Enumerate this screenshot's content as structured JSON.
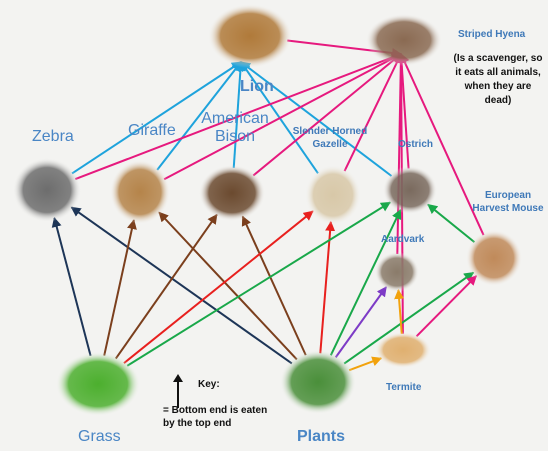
{
  "nodes": [
    {
      "id": "lion",
      "label": "Lion",
      "color": "#b07a3a"
    },
    {
      "id": "hyena",
      "label": "Striped Hyena",
      "color": "#8a6a52"
    },
    {
      "id": "zebra",
      "label": "Zebra",
      "color": "#6d6d6d"
    },
    {
      "id": "giraffe",
      "label": "Giraffe",
      "color": "#b5844a"
    },
    {
      "id": "bison",
      "label": "American Bison",
      "color": "#6b4a2f"
    },
    {
      "id": "gazelle",
      "label": "Slender Horned Gazelle",
      "color": "#d8c8a8"
    },
    {
      "id": "ostrich",
      "label": "Ostrich",
      "color": "#7a6a5e"
    },
    {
      "id": "mouse",
      "label": "European Harvest Mouse",
      "color": "#c08a5a"
    },
    {
      "id": "aardvark",
      "label": "Aardvark",
      "color": "#8a7b6a"
    },
    {
      "id": "termite",
      "label": "Termite",
      "color": "#e0b070"
    },
    {
      "id": "grass",
      "label": "Grass",
      "color": "#4caf2e"
    },
    {
      "id": "plants",
      "label": "Plants",
      "color": "#4a8f3a"
    }
  ],
  "hyena_note": "(Is a scavenger, so it eats all animals, when they are dead)",
  "key": {
    "title": "Key:",
    "description": "= Bottom end is eaten by the top end"
  },
  "edge_colors": {
    "blue": "#1ea3dc",
    "pink": "#e6197e",
    "navy": "#1d3557",
    "brown": "#7b3f1d",
    "red": "#e8201e",
    "green": "#19a84a",
    "purple": "#7d3bc6",
    "orange": "#f2a20c"
  },
  "edges": [
    {
      "from": "zebra",
      "to": "lion",
      "color": "blue"
    },
    {
      "from": "giraffe",
      "to": "lion",
      "color": "blue"
    },
    {
      "from": "bison",
      "to": "lion",
      "color": "blue"
    },
    {
      "from": "gazelle",
      "to": "lion",
      "color": "blue"
    },
    {
      "from": "ostrich",
      "to": "lion",
      "color": "blue"
    },
    {
      "from": "lion",
      "to": "hyena",
      "color": "pink"
    },
    {
      "from": "zebra",
      "to": "hyena",
      "color": "pink"
    },
    {
      "from": "giraffe",
      "to": "hyena",
      "color": "pink"
    },
    {
      "from": "bison",
      "to": "hyena",
      "color": "pink"
    },
    {
      "from": "gazelle",
      "to": "hyena",
      "color": "pink"
    },
    {
      "from": "ostrich",
      "to": "hyena",
      "color": "pink"
    },
    {
      "from": "aardvark",
      "to": "hyena",
      "color": "pink"
    },
    {
      "from": "termite",
      "to": "hyena",
      "color": "pink"
    },
    {
      "from": "mouse",
      "to": "hyena",
      "color": "pink"
    },
    {
      "from": "grass",
      "to": "zebra",
      "color": "navy"
    },
    {
      "from": "plants",
      "to": "zebra",
      "color": "navy"
    },
    {
      "from": "grass",
      "to": "giraffe",
      "color": "brown"
    },
    {
      "from": "plants",
      "to": "giraffe",
      "color": "brown"
    },
    {
      "from": "grass",
      "to": "bison",
      "color": "brown"
    },
    {
      "from": "plants",
      "to": "bison",
      "color": "brown"
    },
    {
      "from": "grass",
      "to": "gazelle",
      "color": "red"
    },
    {
      "from": "plants",
      "to": "gazelle",
      "color": "red"
    },
    {
      "from": "grass",
      "to": "ostrich",
      "color": "green"
    },
    {
      "from": "plants",
      "to": "ostrich",
      "color": "green"
    },
    {
      "from": "mouse",
      "to": "ostrich",
      "color": "green"
    },
    {
      "from": "plants",
      "to": "mouse",
      "color": "green"
    },
    {
      "from": "plants",
      "to": "aardvark",
      "color": "purple"
    },
    {
      "from": "termite",
      "to": "aardvark",
      "color": "orange"
    },
    {
      "from": "plants",
      "to": "termite",
      "color": "orange"
    },
    {
      "from": "termite",
      "to": "mouse",
      "color": "pink"
    }
  ]
}
